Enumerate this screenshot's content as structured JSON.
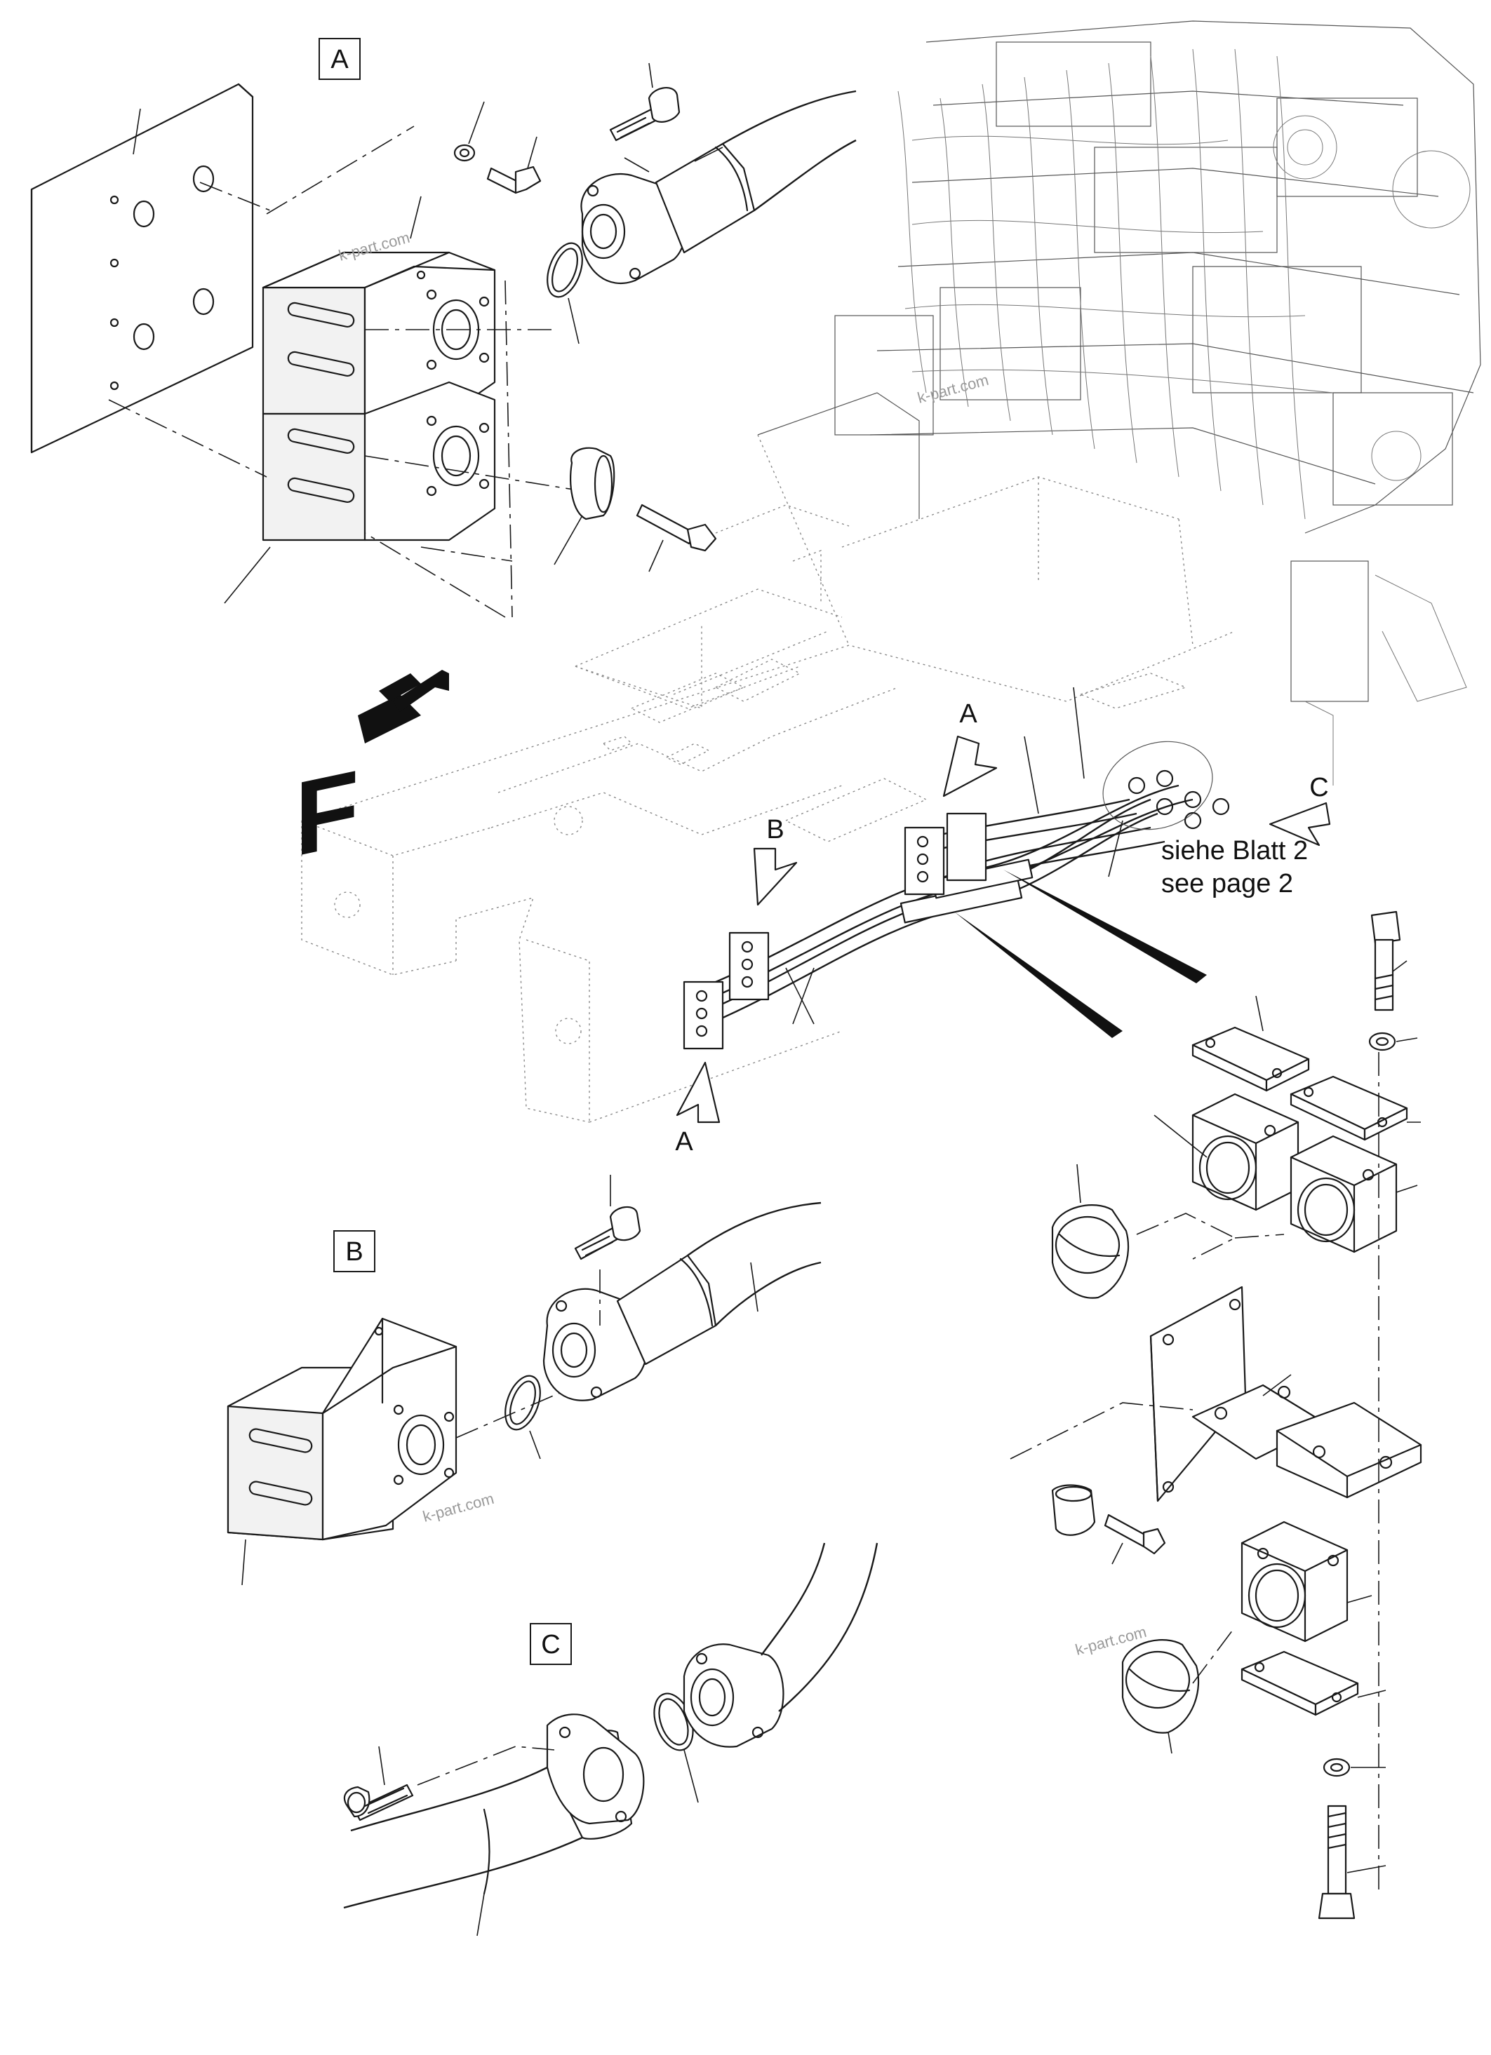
{
  "labels": {
    "view_a_box": "A",
    "view_b_box": "B",
    "view_c_box": "C",
    "arrow_a_top": "A",
    "arrow_a_bottom": "A",
    "arrow_b": "B",
    "arrow_c": "C",
    "front_mark": "F"
  },
  "note": {
    "line1": "siehe Blatt 2",
    "line2": "see page 2"
  },
  "watermarks": [
    "k-part.com",
    "k-part.com",
    "k-part.com",
    "k-part.com"
  ]
}
